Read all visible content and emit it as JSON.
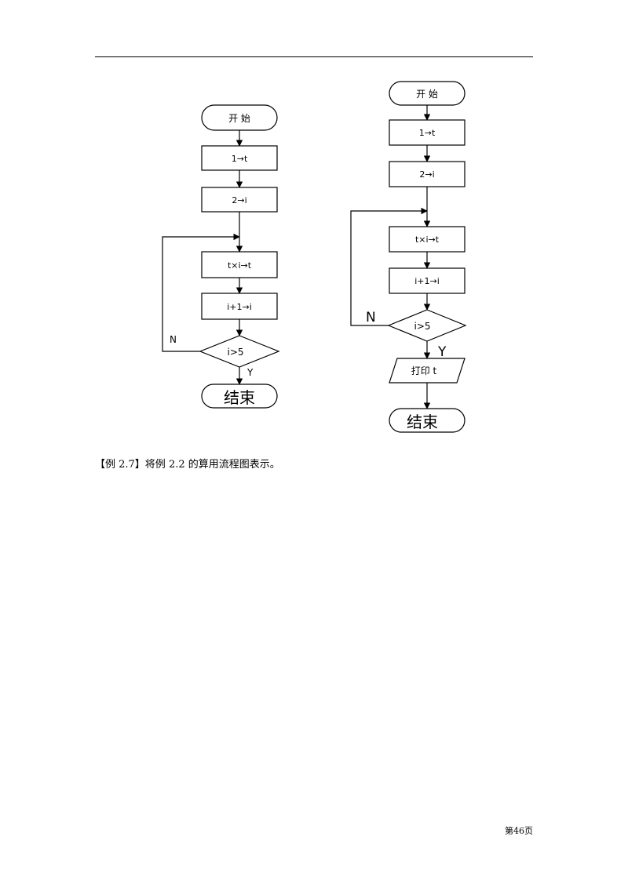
{
  "flowchart_a": {
    "start": "开 始",
    "step1": "1→t",
    "step2": "2→i",
    "step3": "t×i→t",
    "step4": "i+1→i",
    "condition": "i>5",
    "no_label": "N",
    "yes_label": "Y",
    "end": "结束"
  },
  "flowchart_b": {
    "start": "开 始",
    "step1": "1→t",
    "step2": "2→i",
    "step3": "t×i→t",
    "step4": "i+1→i",
    "condition": "i>5",
    "no_label": "N",
    "yes_label": "Y",
    "output": "打印 t",
    "end": "结束"
  },
  "caption": "【例 2.7】将例 2.2 的算用流程图表示。",
  "page_number": "第46页"
}
